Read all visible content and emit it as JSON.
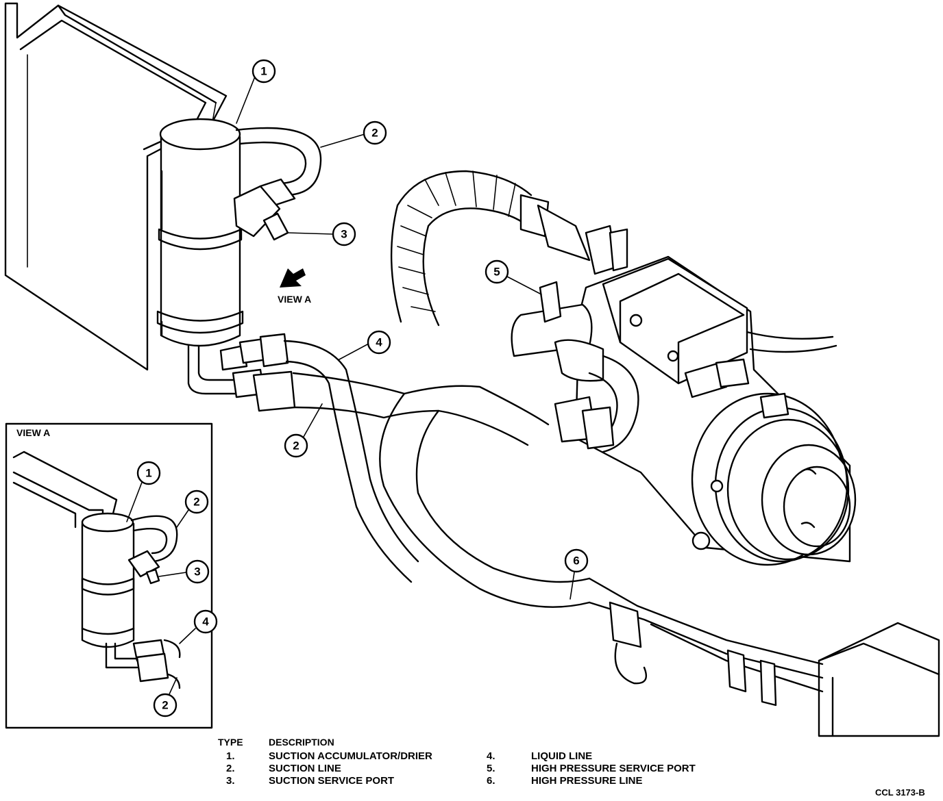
{
  "view_label_main": "VIEW A",
  "inset": {
    "title": "VIEW A"
  },
  "callouts_main": [
    "1",
    "2",
    "3",
    "4",
    "2",
    "5",
    "6"
  ],
  "callouts_inset": [
    "1",
    "2",
    "3",
    "4",
    "2"
  ],
  "legend": {
    "header_type": "TYPE",
    "header_desc": "DESCRIPTION",
    "items": [
      {
        "num": "1.",
        "desc": "SUCTION ACCUMULATOR/DRIER"
      },
      {
        "num": "2.",
        "desc": "SUCTION LINE"
      },
      {
        "num": "3.",
        "desc": "SUCTION SERVICE PORT"
      },
      {
        "num": "4.",
        "desc": "LIQUID LINE"
      },
      {
        "num": "5.",
        "desc": "HIGH PRESSURE SERVICE PORT"
      },
      {
        "num": "6.",
        "desc": "HIGH PRESSURE LINE"
      }
    ]
  },
  "figure_code": "CCL 3173-B"
}
